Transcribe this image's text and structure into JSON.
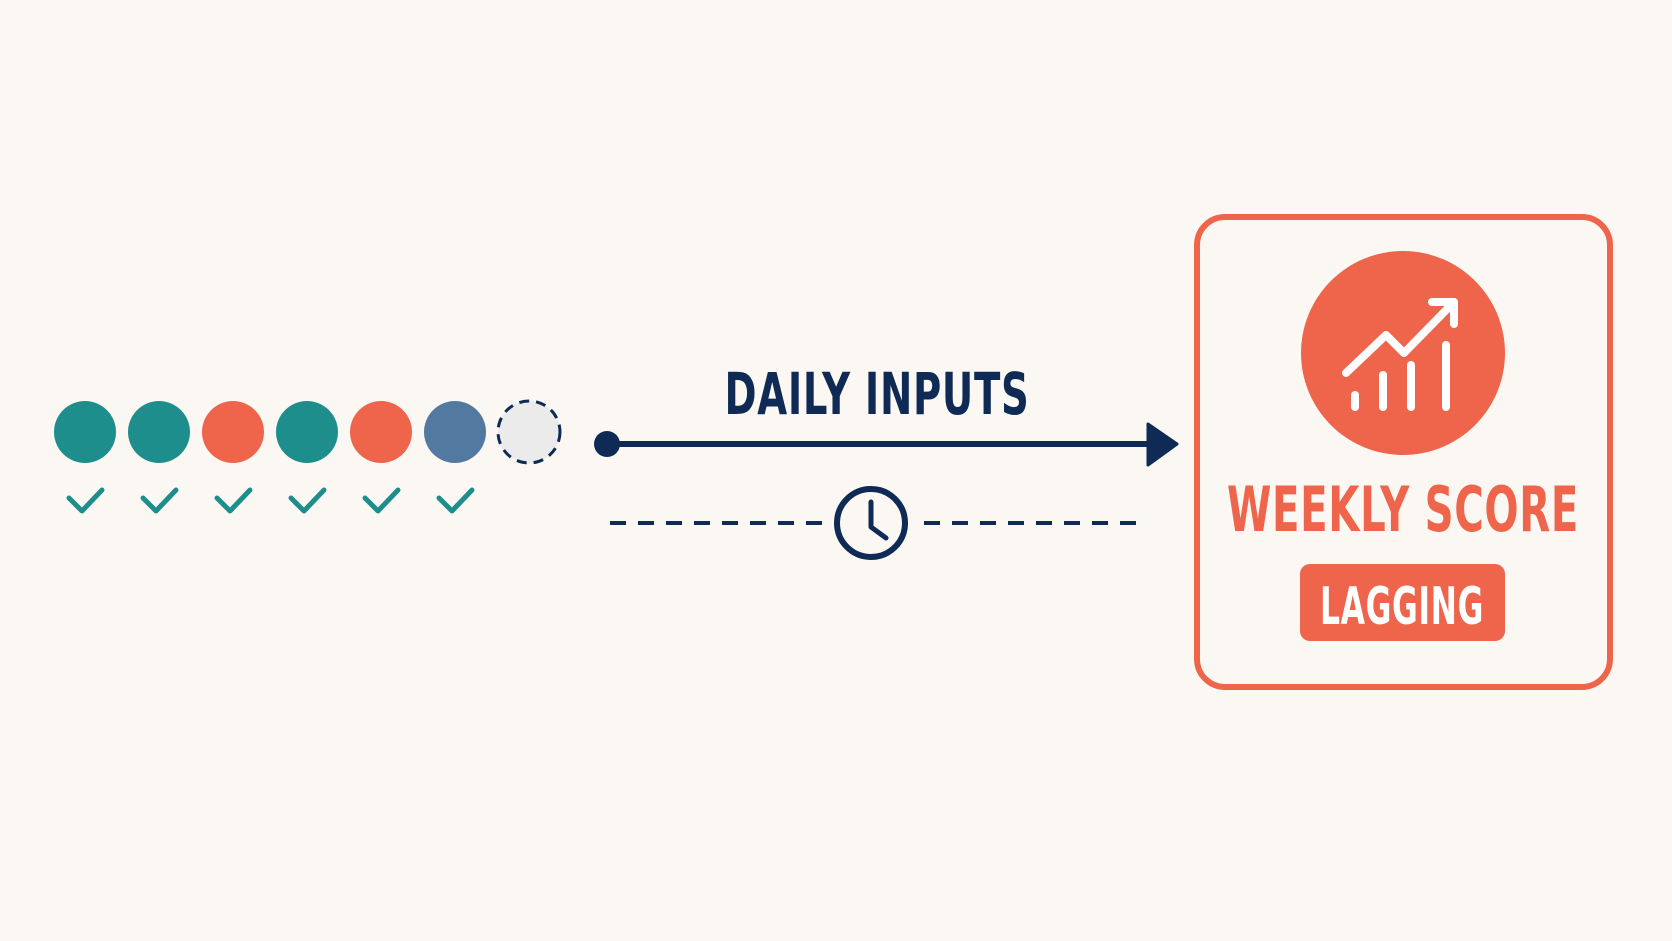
{
  "colors": {
    "background": "#fbf7f3",
    "navy": "#0e2a55",
    "teal": "#1e8e8c",
    "coral": "#ef654b",
    "slate_blue": "#527aa0",
    "empty": "#ebebeb",
    "white": "#ffffff"
  },
  "days": [
    {
      "state": "done",
      "color": "teal"
    },
    {
      "state": "done",
      "color": "teal"
    },
    {
      "state": "done",
      "color": "coral"
    },
    {
      "state": "done",
      "color": "teal"
    },
    {
      "state": "done",
      "color": "coral"
    },
    {
      "state": "done",
      "color": "slate_blue"
    },
    {
      "state": "pending",
      "color": "empty"
    }
  ],
  "flow": {
    "label": "DAILY INPUTS",
    "delay_icon": "clock-icon",
    "arrow_icon": "arrow-right-icon"
  },
  "score_card": {
    "icon": "trending-chart-icon",
    "title": "WEEKLY SCORE",
    "badge": "LAGGING"
  }
}
